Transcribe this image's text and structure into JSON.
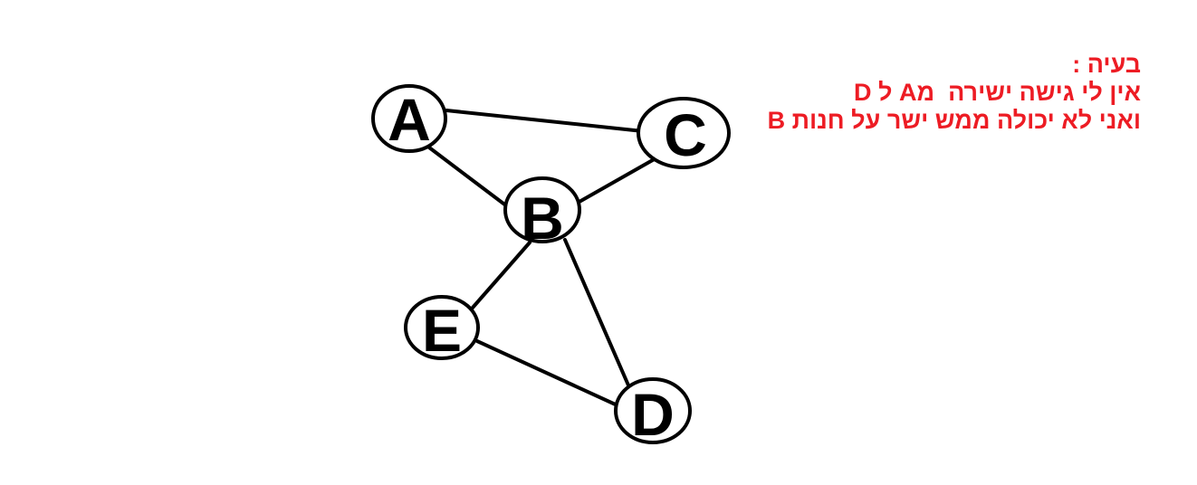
{
  "graph": {
    "nodes": [
      {
        "id": "A",
        "label": "A"
      },
      {
        "id": "C",
        "label": "C"
      },
      {
        "id": "B",
        "label": "B"
      },
      {
        "id": "E",
        "label": "E"
      },
      {
        "id": "D",
        "label": "D"
      }
    ],
    "edges": [
      {
        "from": "A",
        "to": "C"
      },
      {
        "from": "A",
        "to": "B"
      },
      {
        "from": "B",
        "to": "C"
      },
      {
        "from": "B",
        "to": "E"
      },
      {
        "from": "B",
        "to": "D"
      },
      {
        "from": "E",
        "to": "D"
      }
    ]
  },
  "note": {
    "lines": [
      "בעיה :",
      "אין לי גישה ישירה  מA ל D",
      "ואני לא יכולה ממש ישר על חנות B"
    ],
    "color": "#ed1c24"
  }
}
